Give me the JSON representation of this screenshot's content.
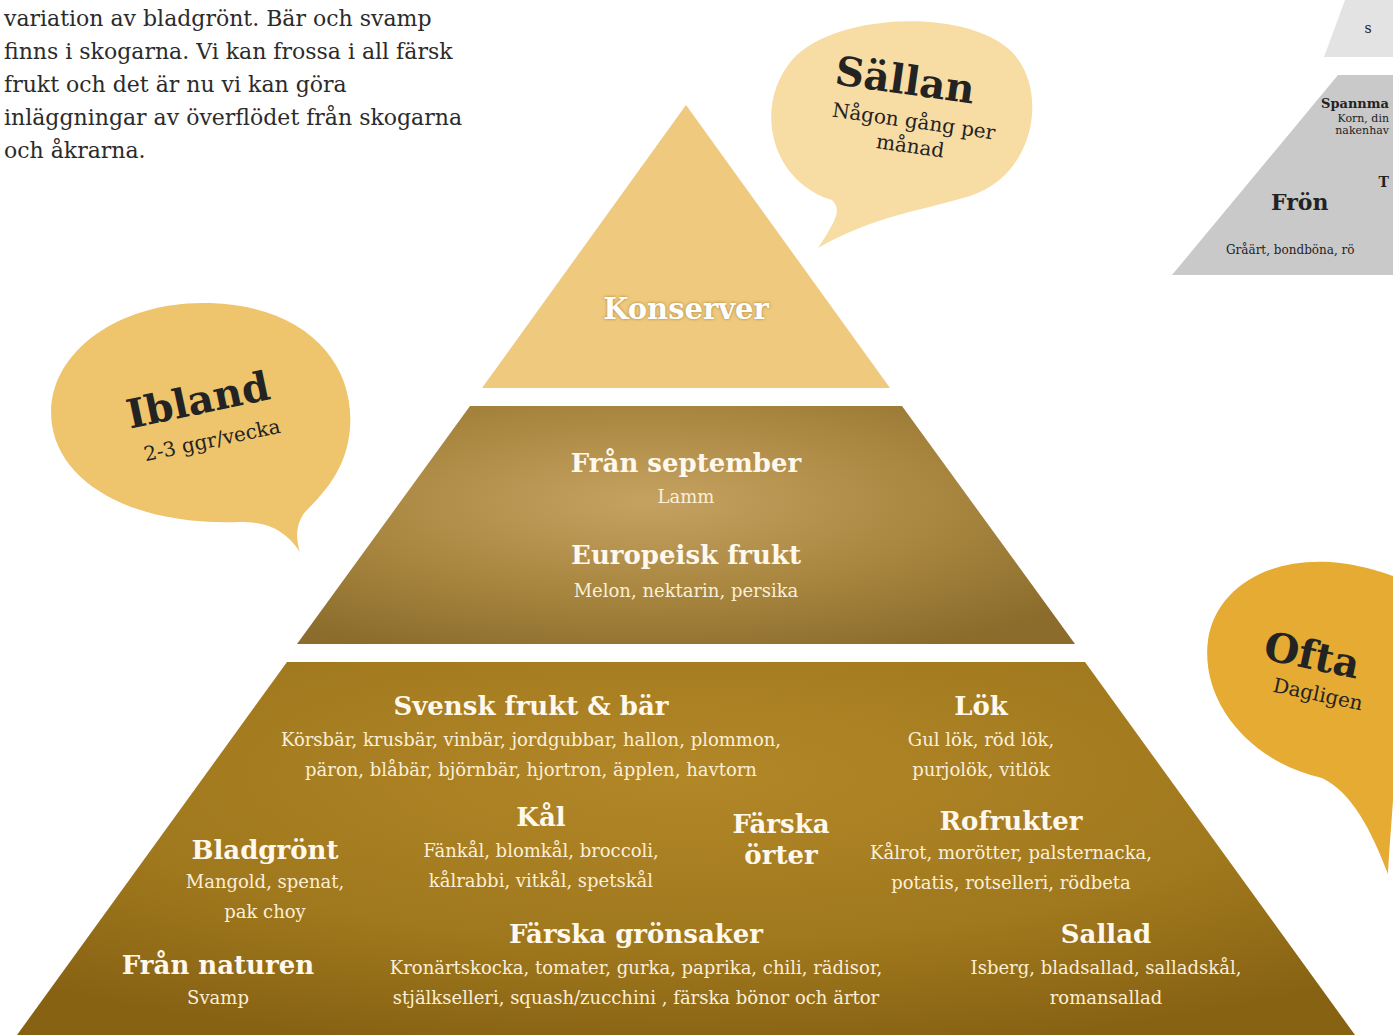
{
  "diagram": {
    "nodes": [
      {
        "text": [
          "s"
        ]
      },
      {
        "text": [
          "Spannma",
          "Korn, din",
          "nakenhav",
          "T",
          "Frön",
          "Gråärt, bondböna, rö"
        ]
      },
      {
        "text": [
          "Sällan",
          "Någon gång per månad"
        ]
      },
      {
        "text": [
          "Konserver"
        ]
      },
      {
        "text": [
          "Ibland",
          "2-3 ggr/vecka"
        ]
      },
      {
        "text": [
          "Från september",
          "Lamm",
          "Europeisk frukt",
          "Melon, nektarin, persika"
        ]
      },
      {
        "text": [
          "Ofta",
          "Dagligen"
        ]
      },
      {
        "text": [
          "Svensk frukt & bär",
          "Körsbär, krusbär, vinbär, jordgubbar, hallon, plommon, päron, blåbär, björnbär, hjortron, äpplen, havtorn",
          "Lök",
          "Gul lök, röd lök, purjolök, vitlök",
          "Kål",
          "Fänkål, blomkål, broccoli, kålrabbi, vitkål, spetskål",
          "Färska örter",
          "Rofrukter",
          "Kålrot, morötter, palsternacka, potatis, rotselleri, rödbeta",
          "Bladgrönt",
          "Mangold, spenat, pak choy",
          "Färska grönsaker",
          "Kronärtskocka, tomater, gurka, paprika, chili, rädisor, stjälkselleri, squash/zucchini , färska bönor och ärtor",
          "Sallad",
          "Isberg, bladsallad, salladskål, romansallad",
          "Från naturen",
          "Svamp"
        ]
      }
    ],
    "labels": [
      "variation av bladgrönt. Bär och svamp finns i skogarna. Vi kan frossa i all färsk frukt och det är nu vi kan göra inläggningar av överflödet från skogarna och åkrarna."
    ]
  }
}
